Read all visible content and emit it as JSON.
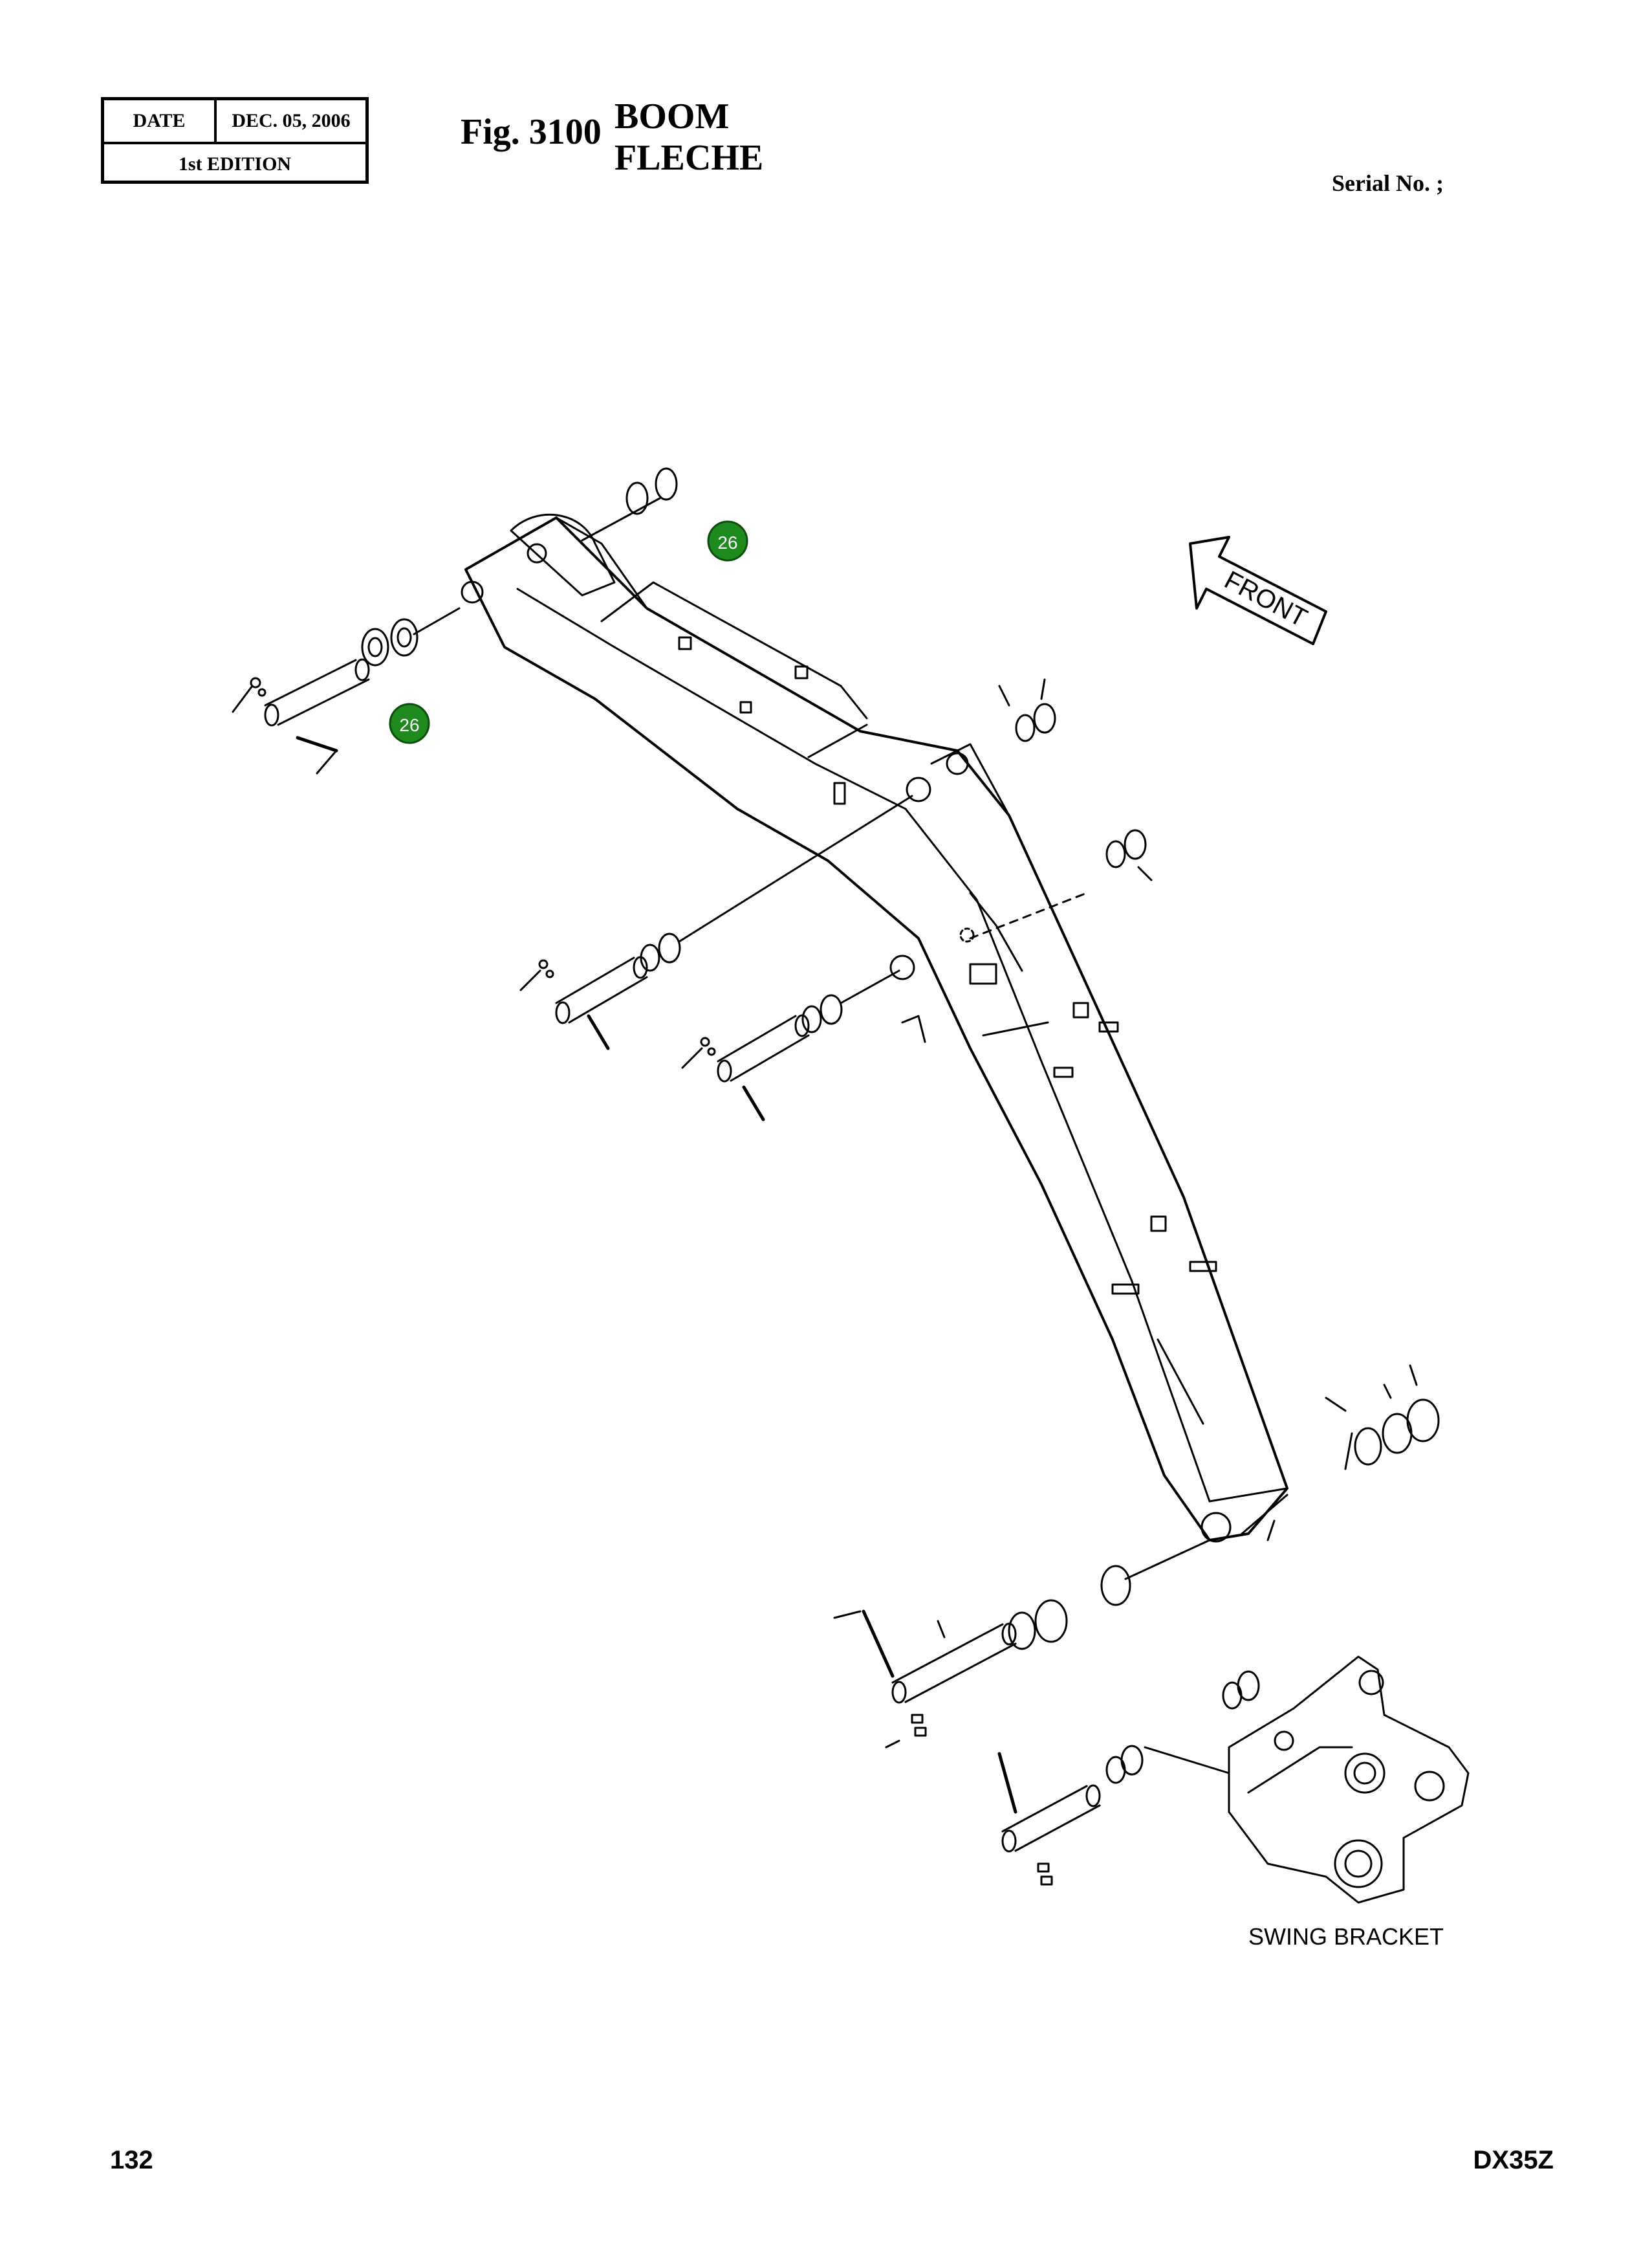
{
  "header": {
    "date_label": "DATE",
    "date_value": "DEC. 05, 2006",
    "edition": "1st EDITION",
    "fig_number": "Fig. 3100",
    "title_en": "BOOM",
    "title_fr": "FLECHE",
    "serial": "Serial No. ;"
  },
  "diagram": {
    "front_label": "FRONT",
    "swing_bracket_label": "SWING BRACKET",
    "callouts": [
      "26",
      "26"
    ],
    "callout_color": "#1e8a1e"
  },
  "footer": {
    "page_number": "132",
    "model": "DX35Z"
  }
}
